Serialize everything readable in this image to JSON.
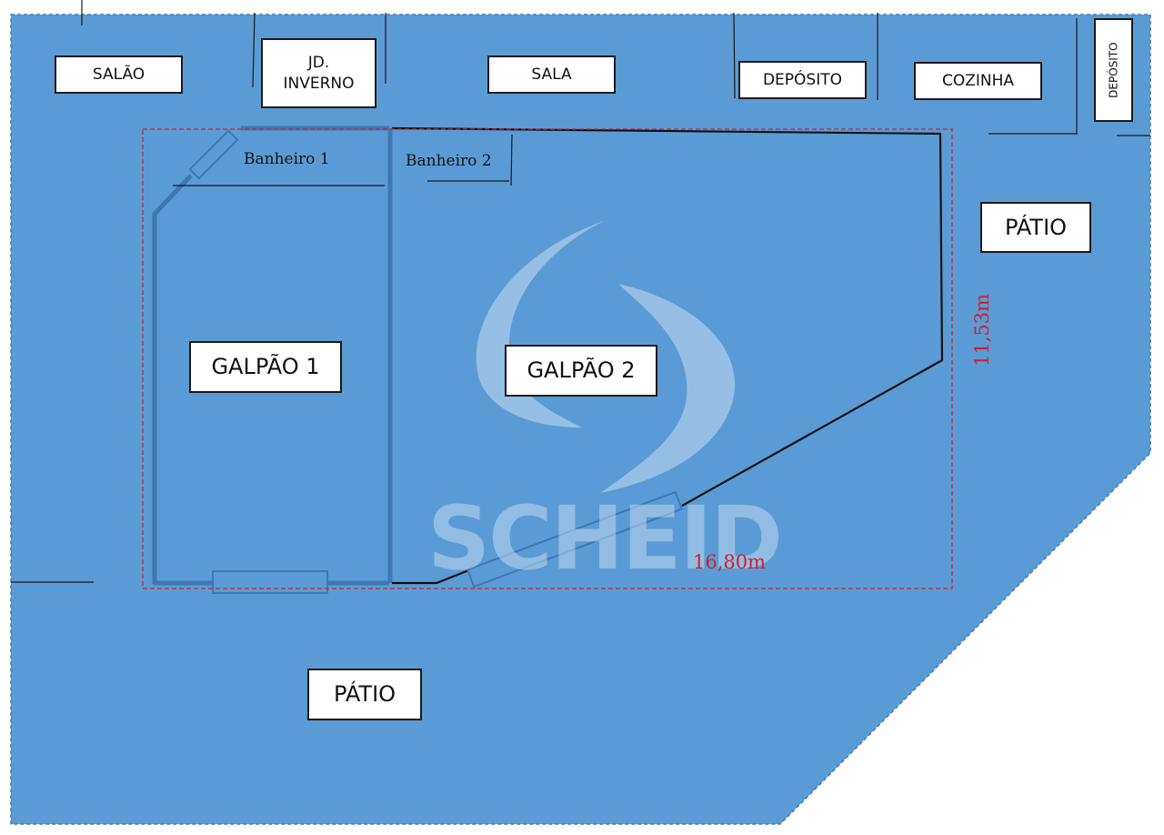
{
  "colors": {
    "plan_fill": "#5b9bd5",
    "wall": "#3e78b2",
    "line": "#1a1a1a",
    "dimension": "#d1202b",
    "watermark": "#c4dcf2"
  },
  "rooms": {
    "salao": "SALÃO",
    "jd_inverno": "JD.\nINVERNO",
    "sala": "SALA",
    "deposito_1": "DEPÓSITO",
    "cozinha": "COZINHA",
    "deposito_2": "DEPÓSITO",
    "patio_right": "PÁTIO",
    "galpao_1": "GALPÃO 1",
    "galpao_2": "GALPÃO 2",
    "patio_bottom": "PÁTIO"
  },
  "bathrooms": {
    "banheiro_1": "Banheiro 1",
    "banheiro_2": "Banheiro 2"
  },
  "dimensions": {
    "width": "16,80m",
    "depth": "11,53m"
  },
  "watermark": {
    "brand": "SCHEID",
    "icon": "scheid-logo-icon"
  }
}
